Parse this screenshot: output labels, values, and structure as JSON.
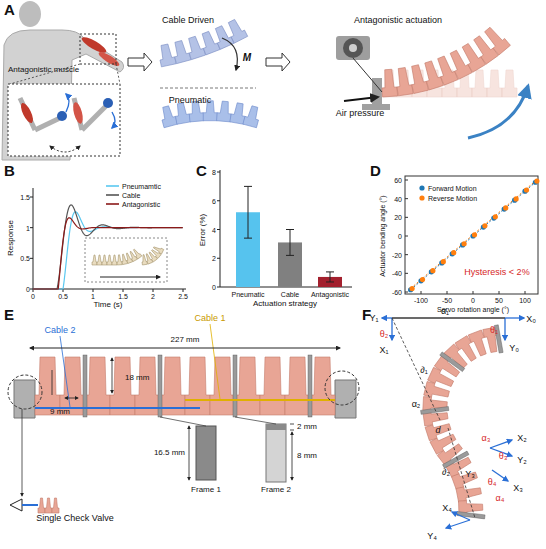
{
  "diagram": {
    "labels": [
      "A",
      "Antagonistic muscle",
      "Cable Driven",
      "M",
      "Pneumatic",
      "Antagonistic actuation",
      "Air pressure",
      "B",
      "Response",
      "0",
      "0.5",
      "1",
      "1.5",
      "0",
      "0.5",
      "1",
      "1.5",
      "2",
      "2.5",
      "Time (s)",
      "C",
      "Error (%)",
      "0",
      "2",
      "4",
      "6",
      "8",
      "Pneumatic",
      "Cable",
      "Antagonistic",
      "Actuation strategy",
      "D",
      "Actuator bending angle (°)",
      "60",
      "40",
      "20",
      "0",
      "-20",
      "-40",
      "-60",
      "-100",
      "-50",
      "0",
      "50",
      "100",
      "Servo rotation angle (°)",
      "Hysteresis < 2%",
      "E",
      "227 mm",
      "Cable 2",
      "Cable 1",
      "9 mm",
      "18 mm",
      "16.5 mm",
      "Frame 1",
      "2 mm",
      "8 mm",
      "Frame 2",
      "Single Check Valve",
      "F",
      "Y₁",
      "α₁",
      "θ₂",
      "θ₁",
      "X₀",
      "Y₀",
      "X₁",
      "∂₁",
      "α₂",
      "d",
      "X₂",
      "Y₂",
      "α₃",
      "θ₃",
      "∂₂",
      "Y₃",
      "θ₄",
      "α₄",
      "X₃",
      "X₄",
      "Y₄"
    ],
    "legend": [
      {
        "text": "Pneumamtic"
      },
      {
        "text": "Cable"
      },
      {
        "text": "Antagonistic"
      },
      {
        "text": "Forward Motion"
      },
      {
        "text": "Reverse Motion"
      }
    ]
  }
}
